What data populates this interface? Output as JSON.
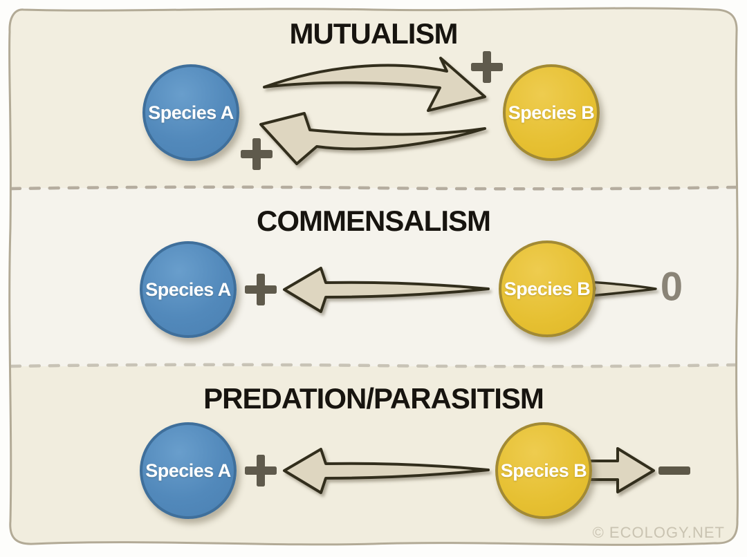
{
  "watermark": "© ECOLOGY.NET",
  "panels": [
    {
      "title": "MUTUALISM",
      "species_a": "Species A",
      "species_b": "Species B",
      "effect_on_a": "+",
      "effect_on_b": "+",
      "arrows": [
        {
          "from": "Species A",
          "to": "Species B",
          "effect": "+"
        },
        {
          "from": "Species B",
          "to": "Species A",
          "effect": "+"
        }
      ]
    },
    {
      "title": "COMMENSALISM",
      "species_a": "Species A",
      "species_b": "Species B",
      "effect_on_a": "+",
      "effect_on_b": "0",
      "arrows": [
        {
          "from": "Species B",
          "to": "Species A",
          "effect": "+"
        }
      ]
    },
    {
      "title": "PREDATION/PARASITISM",
      "species_a": "Species A",
      "species_b": "Species B",
      "effect_on_a": "+",
      "effect_on_b": "−",
      "arrows": [
        {
          "from": "Species B",
          "to": "Species A",
          "effect": "+"
        },
        {
          "from": "Species A",
          "to": "Species B",
          "effect": "−"
        }
      ]
    }
  ],
  "colors": {
    "species_a_fill": "#5589bb",
    "species_a_border": "#3f6f9b",
    "species_b_fill": "#e6c032",
    "species_b_border": "#a28a34",
    "arrow_fill": "#ded6c0",
    "arrow_outline": "#332d1f",
    "plus_symbol": "#5f5a4c",
    "zero_symbol": "#8a8477",
    "card_border": "#b2aa96",
    "panel_bg_top": "#f2eee0",
    "panel_bg_middle": "#f5f3ec",
    "panel_bg_bottom": "#f1edde"
  }
}
